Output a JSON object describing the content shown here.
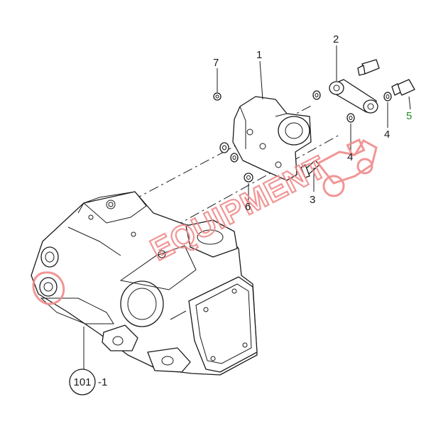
{
  "callouts": {
    "c1": "1",
    "c2": "2",
    "c3": "3",
    "c4a": "4",
    "c4b": "4",
    "c5": "5",
    "c6": "6",
    "c7": "7",
    "c101": "101",
    "c101_suffix": "-1"
  },
  "watermark": {
    "text": "EQUIPMENT",
    "icon": "tractor-icon"
  },
  "colors": {
    "line": "#1a1a1a",
    "watermark": "#f08a8a",
    "highlight_callout": "#2a8a2a"
  }
}
